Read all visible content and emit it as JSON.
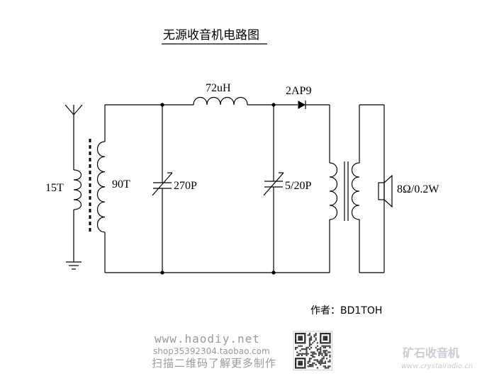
{
  "title": "无源收音机电路图",
  "labels": {
    "inductor": "72uH",
    "diode": "2AP9",
    "primary": "15T",
    "secondary": "90T",
    "cap1": "270P",
    "cap2": "5/20P",
    "speaker": "8Ω/0.2W"
  },
  "author": "作者：BD1TOH",
  "watermark": {
    "site": "www.haodiy.net",
    "shop": "shop35392304.taobao.com",
    "qr_hint": "扫描二维码了解更多制作",
    "brand": "矿石收音机",
    "brand_url": "www.crystalradio.cn"
  }
}
